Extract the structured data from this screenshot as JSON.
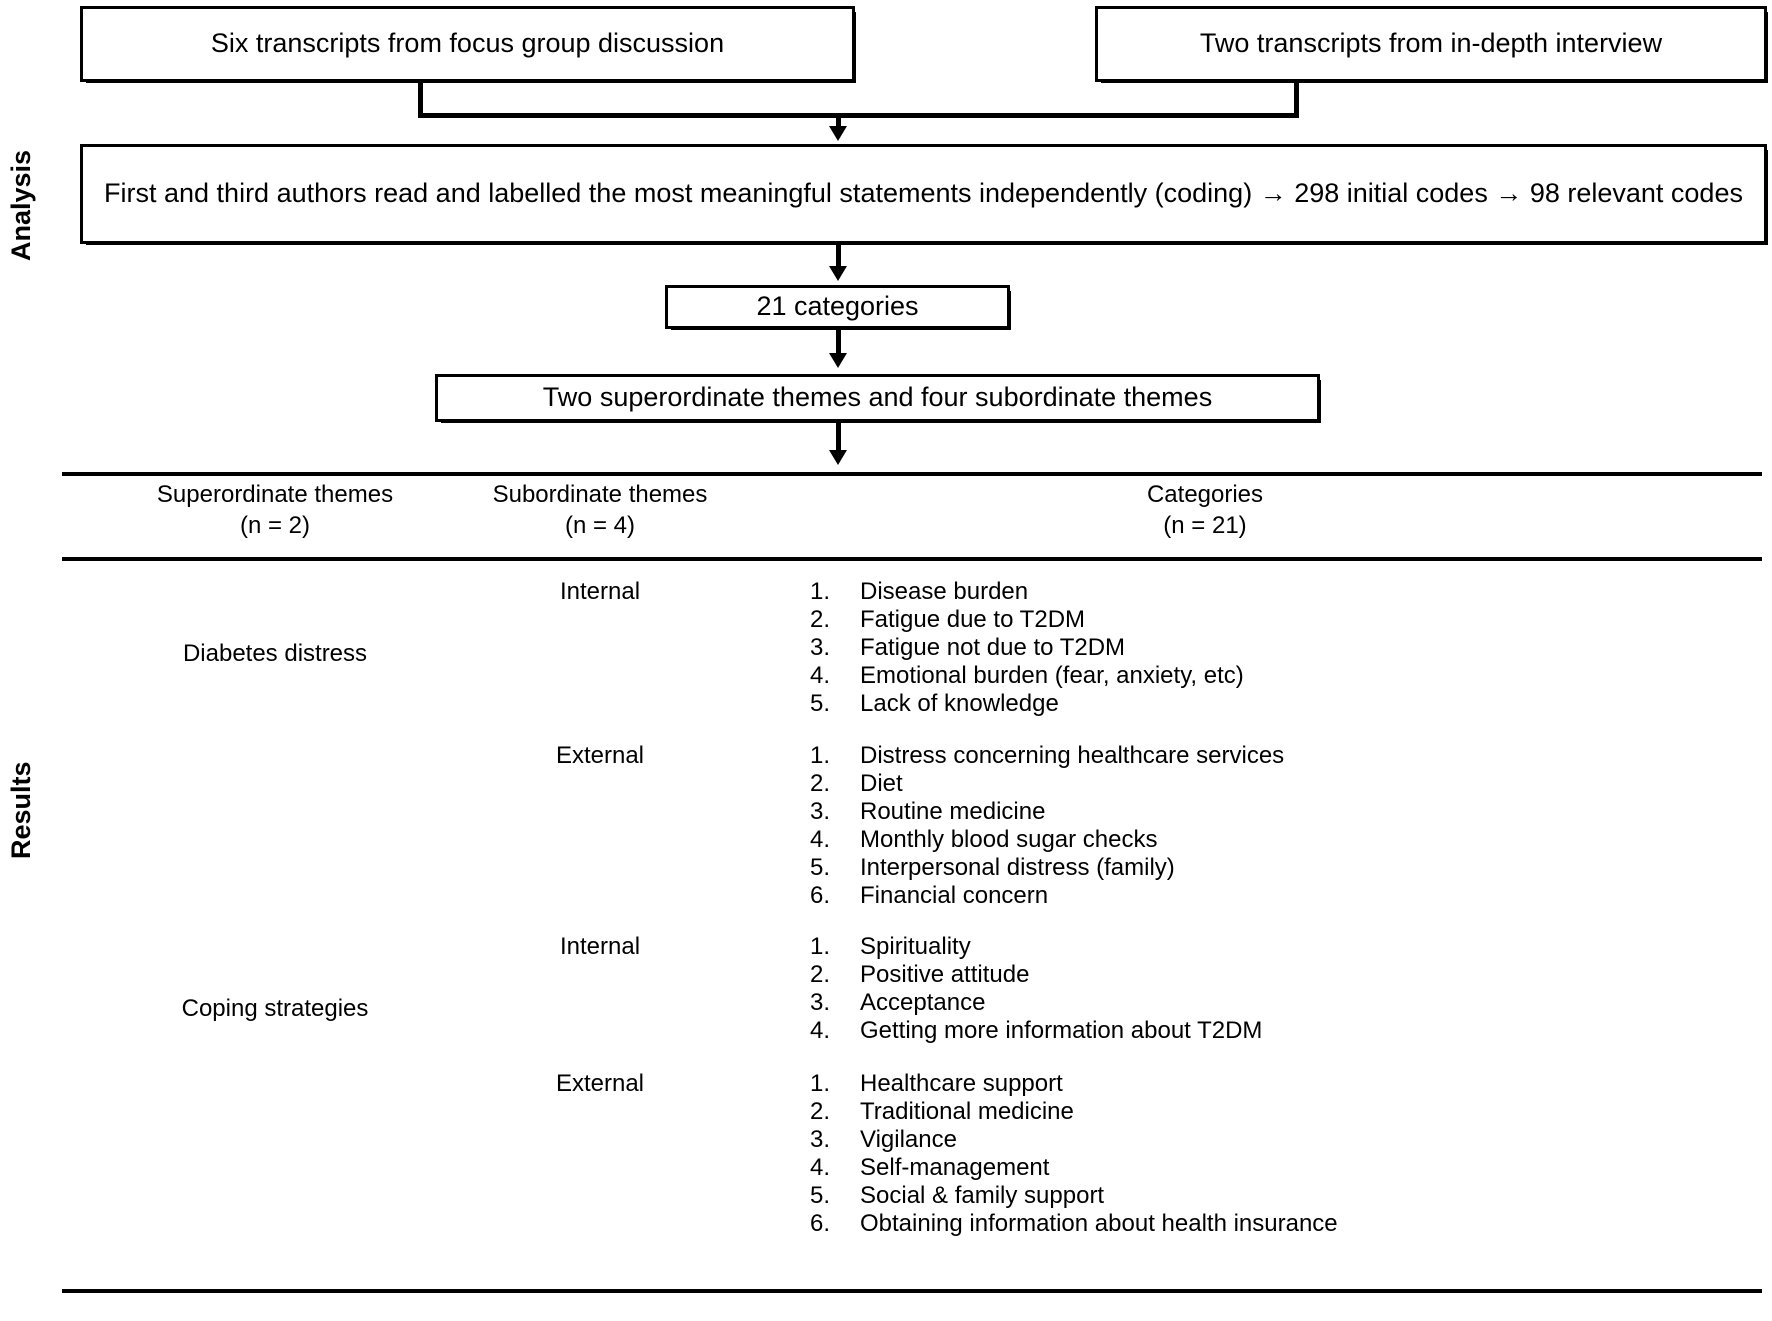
{
  "stages": {
    "analysis_label": "Analysis",
    "results_label": "Results"
  },
  "flow": {
    "source_left": "Six transcripts from focus group discussion",
    "source_right": "Two transcripts from in-depth interview",
    "coding": "First and third authors read and labelled the most meaningful statements independently (coding) → 298 initial codes → 98 relevant codes",
    "categories_box": "21 categories",
    "themes_box": "Two superordinate themes and four subordinate themes"
  },
  "table": {
    "headers": {
      "superordinate": "Superordinate themes",
      "superordinate_n": "(n = 2)",
      "subordinate": "Subordinate themes",
      "subordinate_n": "(n = 4)",
      "categories": "Categories",
      "categories_n": "(n = 21)"
    },
    "superordinate_themes": [
      {
        "label": "Diabetes distress"
      },
      {
        "label": "Coping strategies"
      }
    ],
    "groups": [
      {
        "superordinate": "Diabetes distress",
        "subordinate": "Internal",
        "categories": [
          "Disease burden",
          "Fatigue due to T2DM",
          "Fatigue not due to T2DM",
          "Emotional burden (fear, anxiety, etc)",
          "Lack of knowledge"
        ]
      },
      {
        "superordinate": "Diabetes distress",
        "subordinate": "External",
        "categories": [
          "Distress concerning healthcare services",
          "Diet",
          "Routine medicine",
          "Monthly blood sugar checks",
          "Interpersonal distress (family)",
          "Financial concern"
        ]
      },
      {
        "superordinate": "Coping strategies",
        "subordinate": "Internal",
        "categories": [
          "Spirituality",
          "Positive attitude",
          "Acceptance",
          "Getting more information about T2DM"
        ]
      },
      {
        "superordinate": "Coping strategies",
        "subordinate": "External",
        "categories": [
          "Healthcare support",
          "Traditional medicine",
          "Vigilance",
          "Self-management",
          "Social & family support",
          "Obtaining information about health insurance"
        ]
      }
    ]
  },
  "colors": {
    "ink": "#000000",
    "paper": "#ffffff"
  }
}
